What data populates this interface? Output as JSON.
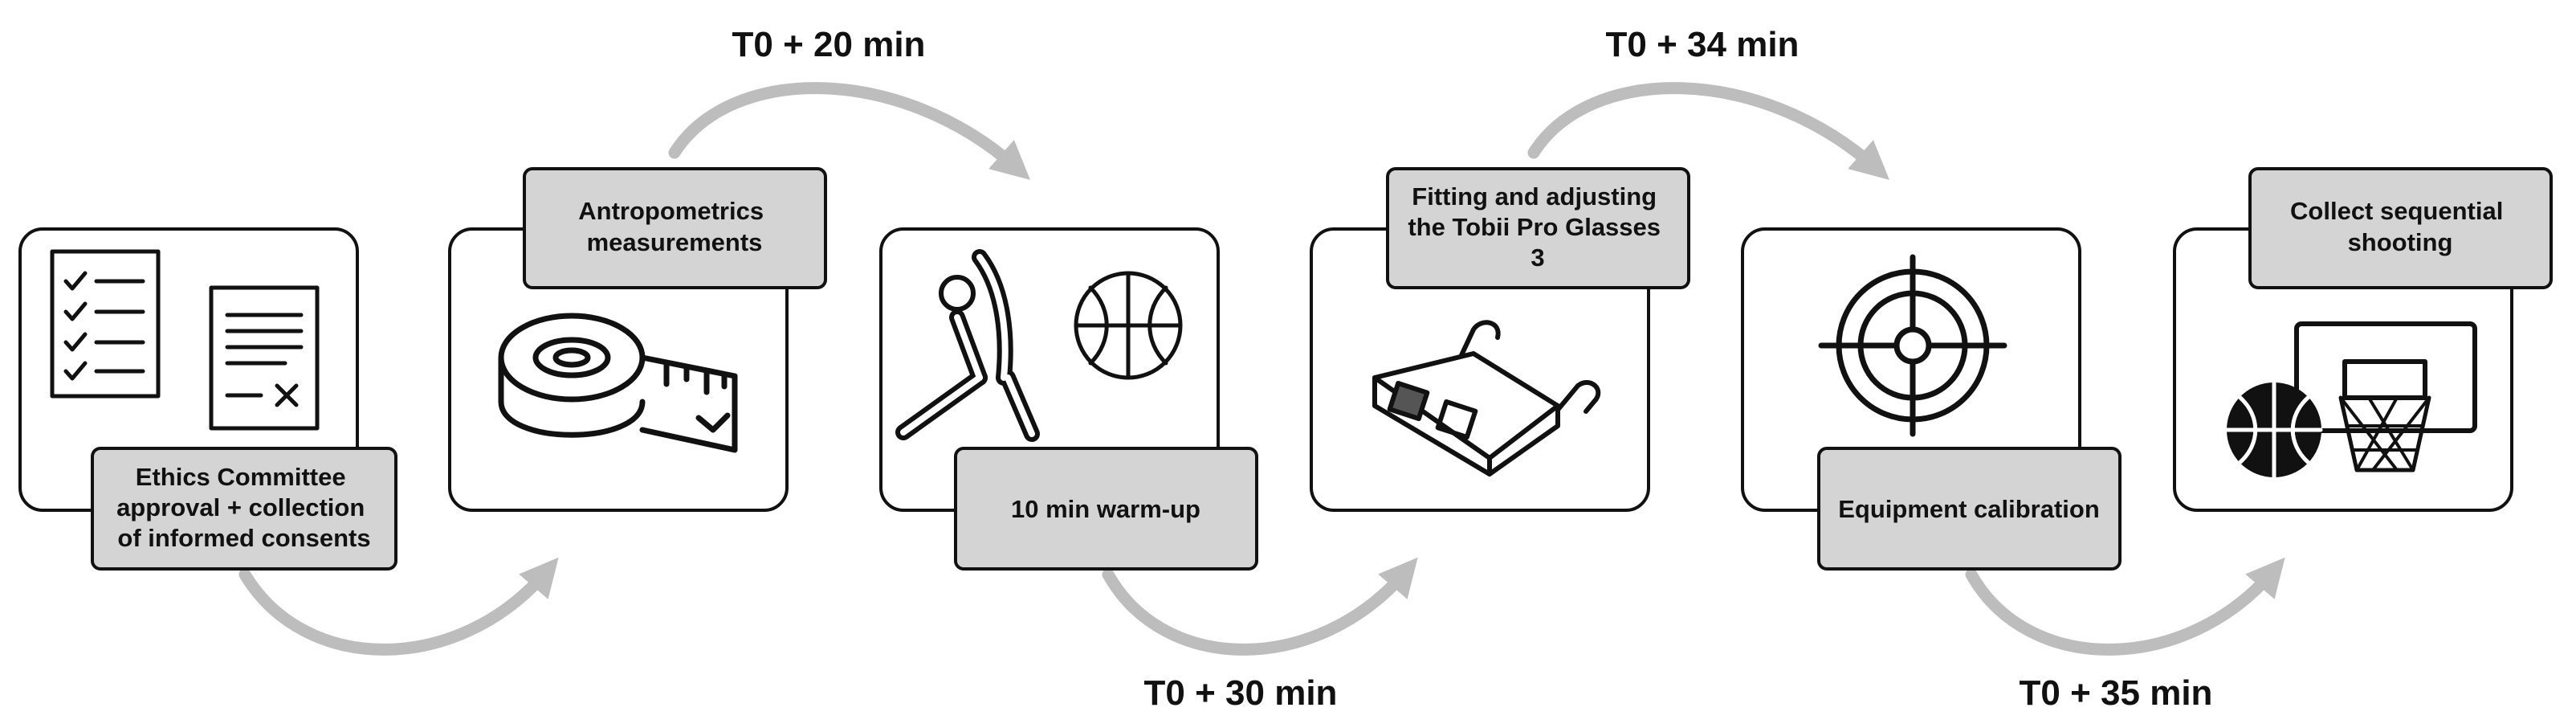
{
  "steps": [
    {
      "id": "ethics",
      "label_lines": [
        "Ethics Committee",
        "approval + collection",
        "of informed consents"
      ],
      "icon": "checklist-document-icon"
    },
    {
      "id": "anthropometrics",
      "label_lines": [
        "Antropometrics",
        "measurements"
      ],
      "icon": "measuring-tape-icon"
    },
    {
      "id": "warmup",
      "label_lines": [
        "10 min warm-up"
      ],
      "icon": "stretching-athlete-basketball-icon"
    },
    {
      "id": "glasses",
      "label_lines": [
        "Fitting and adjusting",
        "the Tobii Pro Glasses",
        "3"
      ],
      "icon": "eye-tracking-glasses-icon"
    },
    {
      "id": "calibration",
      "label_lines": [
        "Equipment calibration"
      ],
      "icon": "crosshair-target-icon"
    },
    {
      "id": "shooting",
      "label_lines": [
        "Collect sequential",
        "shooting"
      ],
      "icon": "basketball-hoop-icon"
    }
  ],
  "timings": [
    {
      "id": "t20",
      "text": "T0 + 20 min"
    },
    {
      "id": "t30",
      "text": "T0 + 30 min"
    },
    {
      "id": "t34",
      "text": "T0 + 34 min"
    },
    {
      "id": "t35",
      "text": "T0 + 35 min"
    }
  ],
  "colors": {
    "card_fill": "#ffffff",
    "card_stroke": "#111111",
    "label_fill": "#d4d4d4",
    "arrow": "#bdbdbd",
    "icon": "#111111"
  }
}
